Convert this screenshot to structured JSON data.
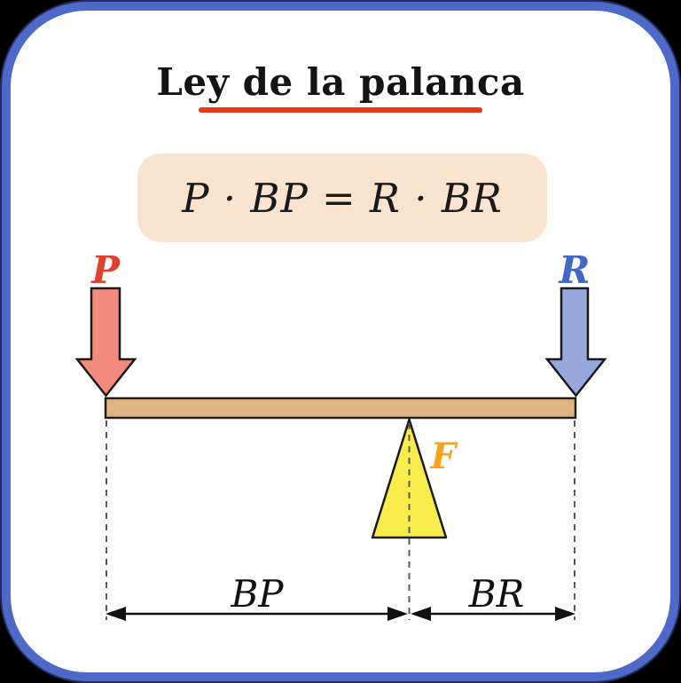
{
  "title": {
    "text": "Ley de la palanca"
  },
  "formula": {
    "text": "P · BP = R · BR"
  },
  "labels": {
    "p": "P",
    "r": "R",
    "f": "F",
    "bp": "BP",
    "br": "BR"
  },
  "colors": {
    "card_border": "#4E69C8",
    "card_bg": "#ffffff",
    "title_text": "#141414",
    "title_underline": "#E8391D",
    "formula_bg": "#FAE4D0",
    "formula_text": "#1a1a1a",
    "p_label": "#E2402B",
    "r_label": "#4168C8",
    "f_label": "#F6A41B",
    "p_arrow_fill": "#F28B7D",
    "r_arrow_fill": "#97A8DD",
    "beam_fill": "#DFB586",
    "fulcrum_fill": "#F7EC49",
    "outline": "#1a1a1a",
    "dashed_line": "#5a5a5a",
    "dimension_line": "#111111"
  }
}
